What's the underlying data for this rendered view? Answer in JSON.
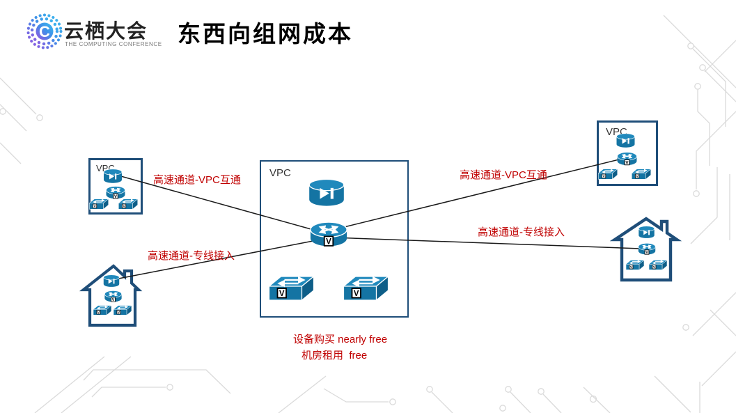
{
  "logo": {
    "brand": "云栖大会",
    "tagline": "THE COMPUTING CONFERENCE",
    "monogram": "C"
  },
  "title": "东西向组网成本",
  "colors": {
    "icon_blue": "#1474A3",
    "icon_blue_light": "#2089BC",
    "icon_blue_dark": "#0E5E88",
    "box_border_navy": "#1F4E79",
    "label_red": "#C00000",
    "connection_line": "#1A1A1A",
    "circuit_gray": "#DADADA"
  },
  "icons": {
    "badge_letter": "V",
    "top_device": "gateway-cylinder-icon",
    "middle_device": "virtual-router-icon",
    "bottom_device": "virtual-switch-icon",
    "site": "datacenter-house-icon"
  },
  "diagram": {
    "center_vpc": {
      "label": "VPC"
    },
    "left_vpc": {
      "label": "VPC"
    },
    "right_vpc": {
      "label": "VPC"
    },
    "connections": [
      {
        "label": "高速通道-VPC互通",
        "from": "center-vpc-router",
        "to": "left-vpc"
      },
      {
        "label": "高速通道-专线接入",
        "from": "center-vpc-router",
        "to": "left-datacenter-house"
      },
      {
        "label": "高速通道-VPC互通",
        "from": "center-vpc-router",
        "to": "right-vpc"
      },
      {
        "label": "高速通道-专线接入",
        "from": "center-vpc-router",
        "to": "right-datacenter-house"
      }
    ],
    "cost_notes": [
      "设备购买 nearly free",
      "机房租用  free"
    ]
  }
}
